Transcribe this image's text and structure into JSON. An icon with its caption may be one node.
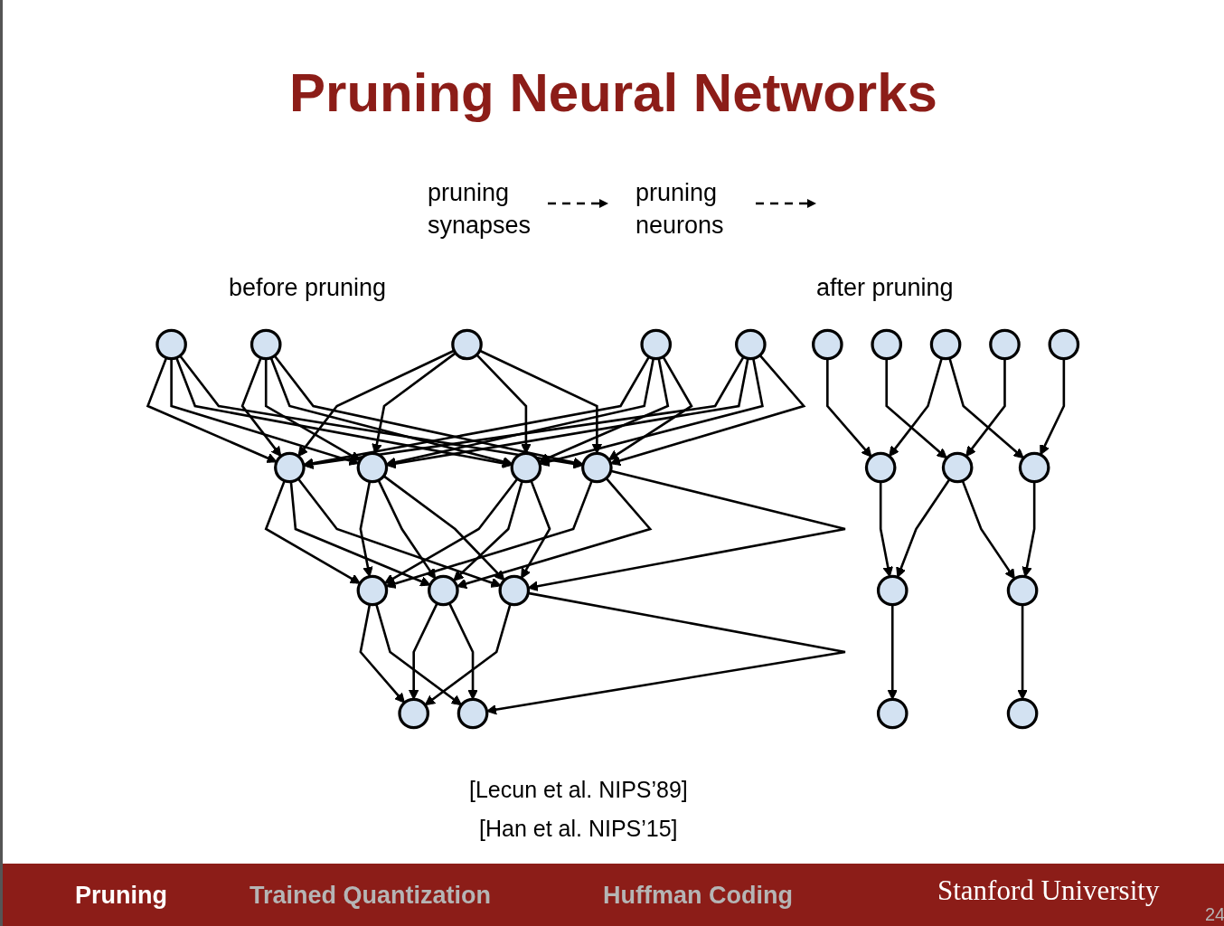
{
  "diagram": {
    "title": "Pruning Neural Networks",
    "nodes": [
      {
        "text": [],
        "shape": "circle"
      },
      {
        "text": [],
        "shape": "circle"
      },
      {
        "text": [],
        "shape": "circle"
      },
      {
        "text": [],
        "shape": "circle"
      },
      {
        "text": [],
        "shape": "circle"
      },
      {
        "text": [],
        "shape": "circle"
      },
      {
        "text": [],
        "shape": "circle"
      },
      {
        "text": [],
        "shape": "circle"
      },
      {
        "text": [],
        "shape": "circle"
      },
      {
        "text": [],
        "shape": "circle"
      },
      {
        "text": [],
        "shape": "circle"
      },
      {
        "text": [],
        "shape": "circle"
      },
      {
        "text": [],
        "shape": "circle"
      },
      {
        "text": [],
        "shape": "circle"
      },
      {
        "text": [],
        "shape": "circle"
      },
      {
        "text": [],
        "shape": "circle"
      },
      {
        "text": [],
        "shape": "circle"
      },
      {
        "text": [],
        "shape": "circle"
      },
      {
        "text": [],
        "shape": "circle"
      },
      {
        "text": [],
        "shape": "circle"
      },
      {
        "text": [],
        "shape": "circle"
      },
      {
        "text": [],
        "shape": "circle"
      },
      {
        "text": [],
        "shape": "circle"
      },
      {
        "text": [],
        "shape": "circle"
      },
      {
        "text": [],
        "shape": "circle"
      },
      {
        "text": [],
        "shape": "circle"
      }
    ],
    "edges": [
      {
        "from": 0,
        "to": 5,
        "arrow": "to"
      },
      {
        "from": 0,
        "to": 6,
        "arrow": "to"
      },
      {
        "from": 0,
        "to": 7,
        "arrow": "to"
      },
      {
        "from": 0,
        "to": 8,
        "arrow": "to"
      },
      {
        "from": 1,
        "to": 5,
        "arrow": "to"
      },
      {
        "from": 1,
        "to": 6,
        "arrow": "to"
      },
      {
        "from": 1,
        "to": 7,
        "arrow": "to"
      },
      {
        "from": 1,
        "to": 8,
        "arrow": "to"
      },
      {
        "from": 2,
        "to": 5,
        "arrow": "to"
      },
      {
        "from": 2,
        "to": 6,
        "arrow": "to"
      },
      {
        "from": 2,
        "to": 7,
        "arrow": "to"
      },
      {
        "from": 2,
        "to": 8,
        "arrow": "to"
      },
      {
        "from": 3,
        "to": 5,
        "arrow": "to"
      },
      {
        "from": 3,
        "to": 6,
        "arrow": "to"
      },
      {
        "from": 3,
        "to": 7,
        "arrow": "to"
      },
      {
        "from": 3,
        "to": 8,
        "arrow": "to"
      },
      {
        "from": 4,
        "to": 5,
        "arrow": "to"
      },
      {
        "from": 4,
        "to": 6,
        "arrow": "to"
      },
      {
        "from": 4,
        "to": 7,
        "arrow": "to"
      },
      {
        "from": 4,
        "to": 8,
        "arrow": "to"
      },
      {
        "from": 5,
        "to": 9,
        "arrow": "to"
      },
      {
        "from": 5,
        "to": 10,
        "arrow": "to"
      },
      {
        "from": 5,
        "to": 11,
        "arrow": "to"
      },
      {
        "from": 6,
        "to": 9,
        "arrow": "to"
      },
      {
        "from": 6,
        "to": 10,
        "arrow": "to"
      },
      {
        "from": 6,
        "to": 11,
        "arrow": "to"
      },
      {
        "from": 7,
        "to": 9,
        "arrow": "to"
      },
      {
        "from": 7,
        "to": 10,
        "arrow": "to"
      },
      {
        "from": 7,
        "to": 11,
        "arrow": "to"
      },
      {
        "from": 8,
        "to": 9,
        "arrow": "to"
      },
      {
        "from": 8,
        "to": 10,
        "arrow": "to"
      },
      {
        "from": 8,
        "to": 11,
        "arrow": "to"
      },
      {
        "from": 9,
        "to": 12,
        "arrow": "to"
      },
      {
        "from": 9,
        "to": 13,
        "arrow": "to"
      },
      {
        "from": 10,
        "to": 12,
        "arrow": "to"
      },
      {
        "from": 10,
        "to": 13,
        "arrow": "to"
      },
      {
        "from": 11,
        "to": 12,
        "arrow": "to"
      },
      {
        "from": 11,
        "to": 13,
        "arrow": "to"
      },
      {
        "from": 14,
        "to": 21,
        "arrow": "to"
      },
      {
        "from": 15,
        "to": 19,
        "arrow": "to"
      },
      {
        "from": 16,
        "to": 20,
        "arrow": "to"
      },
      {
        "from": 17,
        "to": 19,
        "arrow": "to"
      },
      {
        "from": 17,
        "to": 21,
        "arrow": "to"
      },
      {
        "from": 18,
        "to": 20,
        "arrow": "to"
      },
      {
        "from": 19,
        "to": 22,
        "arrow": "to"
      },
      {
        "from": 20,
        "to": 22,
        "arrow": "to"
      },
      {
        "from": 20,
        "to": 23,
        "arrow": "to"
      },
      {
        "from": 21,
        "to": 23,
        "arrow": "to"
      },
      {
        "from": 22,
        "to": 25,
        "arrow": "to"
      },
      {
        "from": 23,
        "to": 24,
        "arrow": "to"
      }
    ],
    "labels": [
      "before pruning",
      "after pruning",
      "pruning synapses",
      "pruning neurons",
      "[Lecun et al. NIPS’89]",
      "[Han et al. NIPS’15]",
      "Pruning",
      "Trained Quantization",
      "Huffman Coding",
      "Stanford University",
      "24"
    ]
  }
}
